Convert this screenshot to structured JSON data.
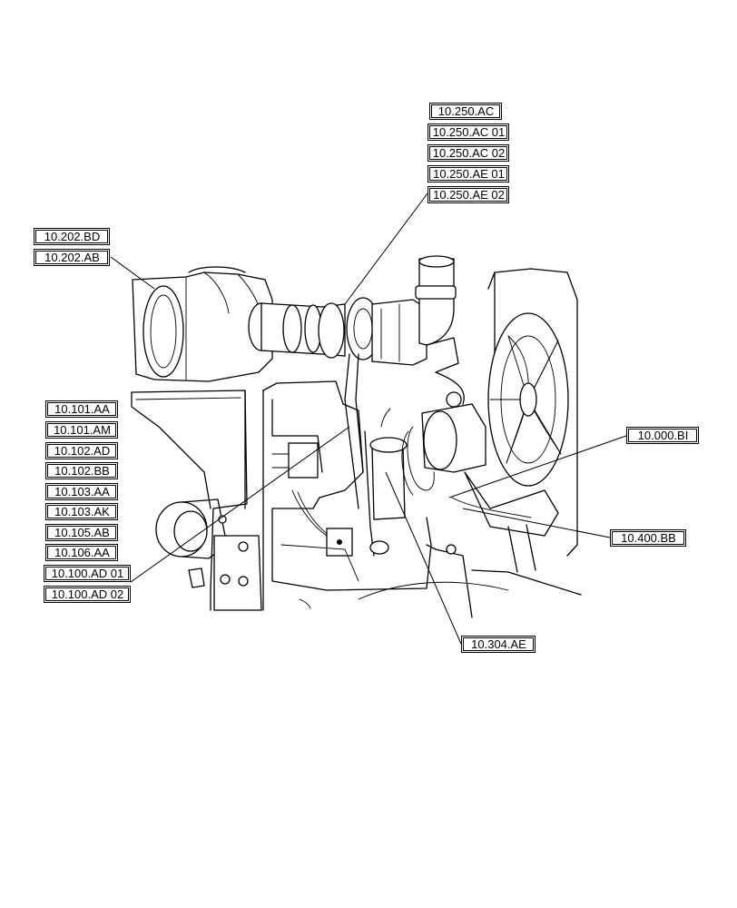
{
  "callouts": {
    "group_250": [
      "10.250.AC",
      "10.250.AC 01",
      "10.250.AC 02",
      "10.250.AE 01",
      "10.250.AE 02"
    ],
    "group_202": [
      "10.202.BD",
      "10.202.AB"
    ],
    "group_100": [
      "10.101.AA",
      "10.101.AM",
      "10.102.AD",
      "10.102.BB",
      "10.103.AA",
      "10.103.AK",
      "10.105.AB",
      "10.106.AA",
      "10.100.AD 01",
      "10.100.AD 02"
    ],
    "single": {
      "bi": "10.000.BI",
      "bb": "10.400.BB",
      "ae": "10.304.AE"
    }
  }
}
